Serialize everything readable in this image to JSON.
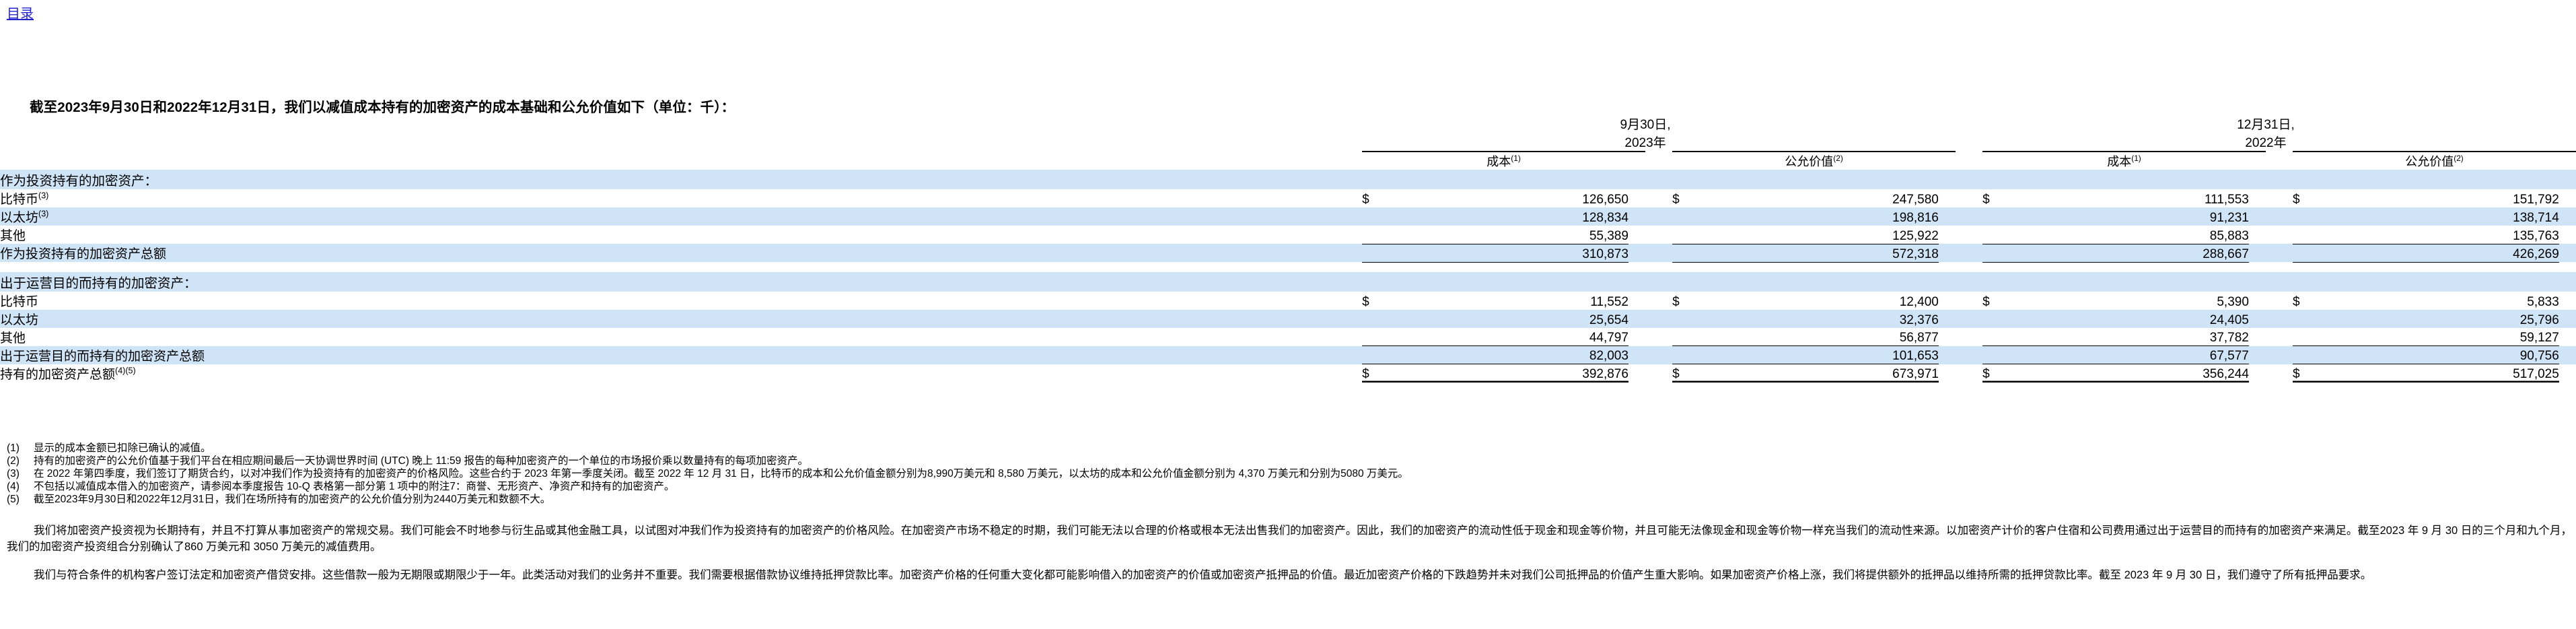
{
  "toc": {
    "label": "目录"
  },
  "intro": {
    "text": "截至2023年9月30日和2022年12月31日，我们以减值成本持有的加密资产的成本基础和公允价值如下（单位：千）："
  },
  "table": {
    "header": {
      "groups": [
        {
          "date": "9月30日,",
          "year": "2023年",
          "cols": [
            "成本",
            "公允价值"
          ],
          "sups": [
            "(1)",
            "(2)"
          ]
        },
        {
          "date": "12月31日,",
          "year": "2022年",
          "cols": [
            "成本",
            "公允价值"
          ],
          "sups": [
            "(1)",
            "(2)"
          ]
        }
      ]
    },
    "sections": [
      {
        "title": "作为投资持有的加密资产：",
        "rows": [
          {
            "label": "比特币",
            "sup": "(3)",
            "currency": [
              "$",
              "$",
              "$",
              "$"
            ],
            "values": [
              "126,650",
              "247,580",
              "111,553",
              "151,792"
            ]
          },
          {
            "label": "以太坊",
            "sup": "(3)",
            "currency": [
              "",
              "",
              "",
              ""
            ],
            "values": [
              "128,834",
              "198,816",
              "91,231",
              "138,714"
            ]
          },
          {
            "label": "其他",
            "sup": "",
            "currency": [
              "",
              "",
              "",
              ""
            ],
            "values": [
              "55,389",
              "125,922",
              "85,883",
              "135,763"
            ]
          }
        ],
        "total": {
          "label": "作为投资持有的加密资产总额",
          "sup": "",
          "currency": [
            "",
            "",
            "",
            ""
          ],
          "values": [
            "310,873",
            "572,318",
            "288,667",
            "426,269"
          ]
        }
      },
      {
        "title": "出于运营目的而持有的加密资产：",
        "rows": [
          {
            "label": "比特币",
            "sup": "",
            "currency": [
              "$",
              "$",
              "$",
              "$"
            ],
            "values": [
              "11,552",
              "12,400",
              "5,390",
              "5,833"
            ]
          },
          {
            "label": "以太坊",
            "sup": "",
            "currency": [
              "",
              "",
              "",
              ""
            ],
            "values": [
              "25,654",
              "32,376",
              "24,405",
              "25,796"
            ]
          },
          {
            "label": "其他",
            "sup": "",
            "currency": [
              "",
              "",
              "",
              ""
            ],
            "values": [
              "44,797",
              "56,877",
              "37,782",
              "59,127"
            ]
          }
        ],
        "total": {
          "label": "出于运营目的而持有的加密资产总额",
          "sup": "",
          "currency": [
            "",
            "",
            "",
            ""
          ],
          "values": [
            "82,003",
            "101,653",
            "67,577",
            "90,756"
          ]
        }
      }
    ],
    "grand_total": {
      "label": "持有的加密资产总额",
      "sup": "(4)(5)",
      "currency": [
        "$",
        "$",
        "$",
        "$"
      ],
      "values": [
        "392,876",
        "673,971",
        "356,244",
        "517,025"
      ]
    }
  },
  "footnotes": [
    {
      "num": "(1)",
      "text": "显示的成本金额已扣除已确认的减值。"
    },
    {
      "num": "(2)",
      "text": "持有的加密资产的公允价值基于我们平台在相应期间最后一天协调世界时间 (UTC) 晚上 11:59 报告的每种加密资产的一个单位的市场报价乘以数量持有的每项加密资产。"
    },
    {
      "num": "(3)",
      "text": "在 2022 年第四季度，我们签订了期货合约，以对冲我们作为投资持有的加密资产的价格风险。这些合约于 2023 年第一季度关闭。截至 2022 年 12 月 31 日，比特币的成本和公允价值金额分别为8,990万美元和 8,580 万美元，以太坊的成本和公允价值金额分别为 4,370 万美元和分别为5080 万美元。"
    },
    {
      "num": "(4)",
      "text": "不包括以减值成本借入的加密资产，请参阅本季度报告 10-Q 表格第一部分第 1 项中的附注7：商誉、无形资产、净资产和持有的加密资产。"
    },
    {
      "num": "(5)",
      "text": "截至2023年9月30日和2022年12月31日，我们在场所持有的加密资产的公允价值分别为2440万美元和数额不大。"
    }
  ],
  "paragraphs": [
    "我们将加密资产投资视为长期持有，并且不打算从事加密资产的常规交易。我们可能会不时地参与衍生品或其他金融工具，以试图对冲我们作为投资持有的加密资产的价格风险。在加密资产市场不稳定的时期，我们可能无法以合理的价格或根本无法出售我们的加密资产。因此，我们的加密资产的流动性低于现金和现金等价物，并且可能无法像现金和现金等价物一样充当我们的流动性来源。以加密资产计价的客户住宿和公司费用通过出于运营目的而持有的加密资产来满足。截至2023 年 9 月 30 日的三个月和九个月，我们的加密资产投资组合分别确认了860 万美元和 3050 万美元的减值费用。",
    "我们与符合条件的机构客户签订法定和加密资产借贷安排。这些借款一般为无期限或期限少于一年。此类活动对我们的业务并不重要。我们需要根据借款协议维持抵押贷款比率。加密资产价格的任何重大变化都可能影响借入的加密资产的价值或加密资产抵押品的价值。最近加密资产价格的下跌趋势并未对我们公司抵押品的价值产生重大影响。如果加密资产价格上涨，我们将提供额外的抵押品以维持所需的抵押贷款比率。截至 2023 年 9 月 30 日，我们遵守了所有抵押品要求。"
  ]
}
